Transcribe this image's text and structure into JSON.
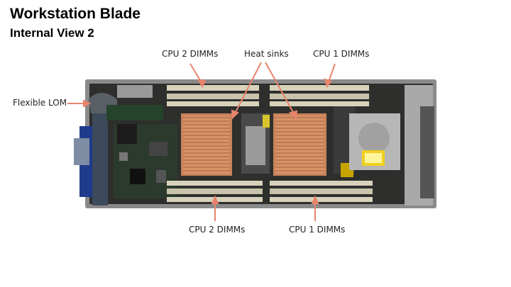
{
  "slide": {
    "title": "Workstation Blade",
    "subtitle": "Internal View 2"
  },
  "callouts": {
    "cpu2_dimms_top": "CPU 2 DIMMs",
    "heat_sinks": "Heat sinks",
    "cpu1_dimms_top": "CPU 1 DIMMs",
    "flexible_lom": "Flexible LOM",
    "cpu2_dimms_bottom": "CPU 2 DIMMs",
    "cpu1_dimms_bottom": "CPU 1 DIMMs"
  },
  "colors": {
    "arrow": "#e8846a",
    "board": "#3a3a3a",
    "heatsink": "#c9825a",
    "dimm": "#cfc9b4"
  }
}
